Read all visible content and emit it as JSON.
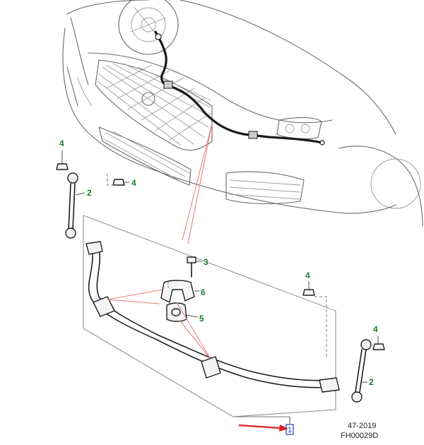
{
  "callouts": {
    "c4_upper_left": "4",
    "c2_left": "2",
    "c4_mid_left": "4",
    "c3": "3",
    "c6": "6",
    "c5": "5",
    "c4_mid_right": "4",
    "c4_right": "4",
    "c2_right": "2"
  },
  "part_1_label": "1",
  "reference": {
    "line1": "47-2019",
    "line2": "FH00029D"
  },
  "colors": {
    "callout_green": "#1a7a2a",
    "leader_red": "#ea7a7a",
    "arrow_red": "#e02020",
    "part_1_box": "#1a3ccc"
  }
}
